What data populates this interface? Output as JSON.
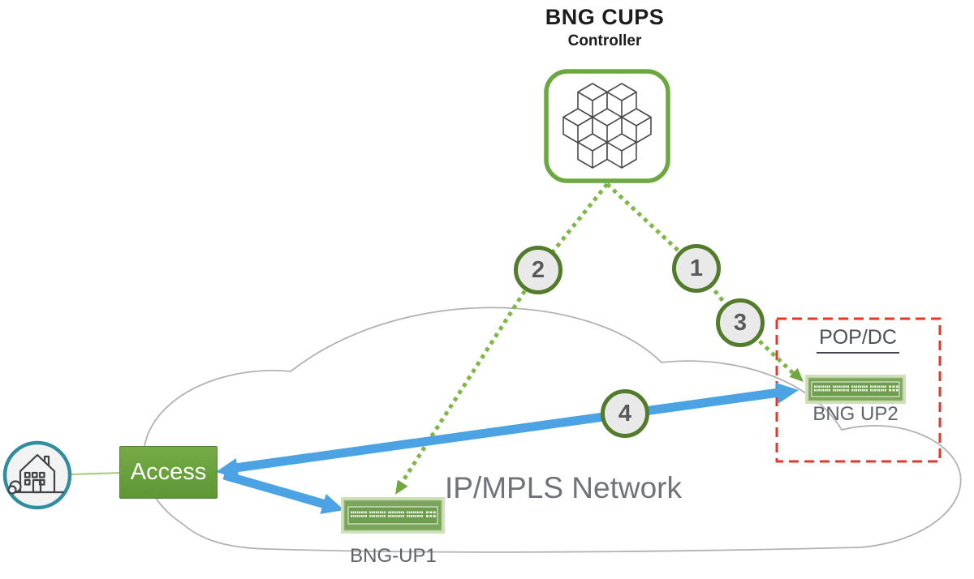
{
  "diagram": {
    "controller": {
      "title": "BNG CUPS",
      "subtitle": "Controller",
      "icon": "cubes-icon"
    },
    "access": {
      "label": "Access"
    },
    "subscriber": {
      "icon": "house-icon"
    },
    "network": {
      "label": "IP/MPLS Network",
      "shape": "cloud"
    },
    "pop_dc": {
      "label": "POP/DC"
    },
    "up1": {
      "label": "BNG-UP1",
      "icon": "switch-icon"
    },
    "up2": {
      "label": "BNG UP2",
      "icon": "switch-icon"
    },
    "steps": [
      {
        "label": "1"
      },
      {
        "label": "2"
      },
      {
        "label": "3"
      },
      {
        "label": "4"
      }
    ],
    "colors": {
      "green_accent": "#6ba83f",
      "dotted_link_green": "#7fb845",
      "step_ring_green": "#527c2b",
      "blue_arrow": "#4ba3e3",
      "red_dashed_box": "#e2392c",
      "subscriber_ring_teal": "#2e8d9e",
      "cloud_stroke": "#b2b2b2",
      "label_gray": "#707377"
    }
  }
}
